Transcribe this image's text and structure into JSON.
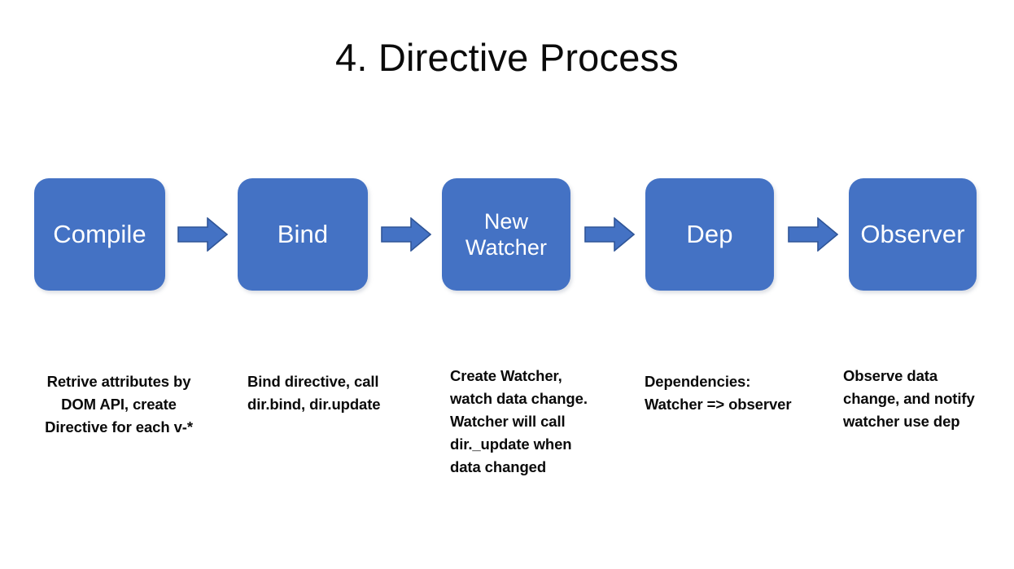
{
  "slide": {
    "title": "4. Directive Process",
    "background_color": "#FFFFFF",
    "accent_color": "#4472C4",
    "arrow_fill_color": "#4472C4",
    "arrow_outline_color": "#2F5597",
    "node_text_color": "#FFFFFF",
    "caption_text_color": "#0A0A0A"
  },
  "flow": {
    "nodes": [
      {
        "label": "Compile"
      },
      {
        "label": "Bind"
      },
      {
        "label": "New\nWatcher"
      },
      {
        "label": "Dep"
      },
      {
        "label": "Observer"
      }
    ],
    "arrows": [
      {
        "direction": "right"
      },
      {
        "direction": "right"
      },
      {
        "direction": "right"
      },
      {
        "direction": "right"
      }
    ]
  },
  "captions": [
    {
      "text": "Retrive attributes by\nDOM API, create\nDirective  for each v-*"
    },
    {
      "text": "Bind directive, call\ndir.bind, dir.update"
    },
    {
      "text": "Create Watcher,\nwatch data change.\nWatcher will call\ndir._update when\ndata changed"
    },
    {
      "text": "Dependencies:\nWatcher => observer"
    },
    {
      "text": "Observe data\nchange, and notify\nwatcher use dep"
    }
  ]
}
